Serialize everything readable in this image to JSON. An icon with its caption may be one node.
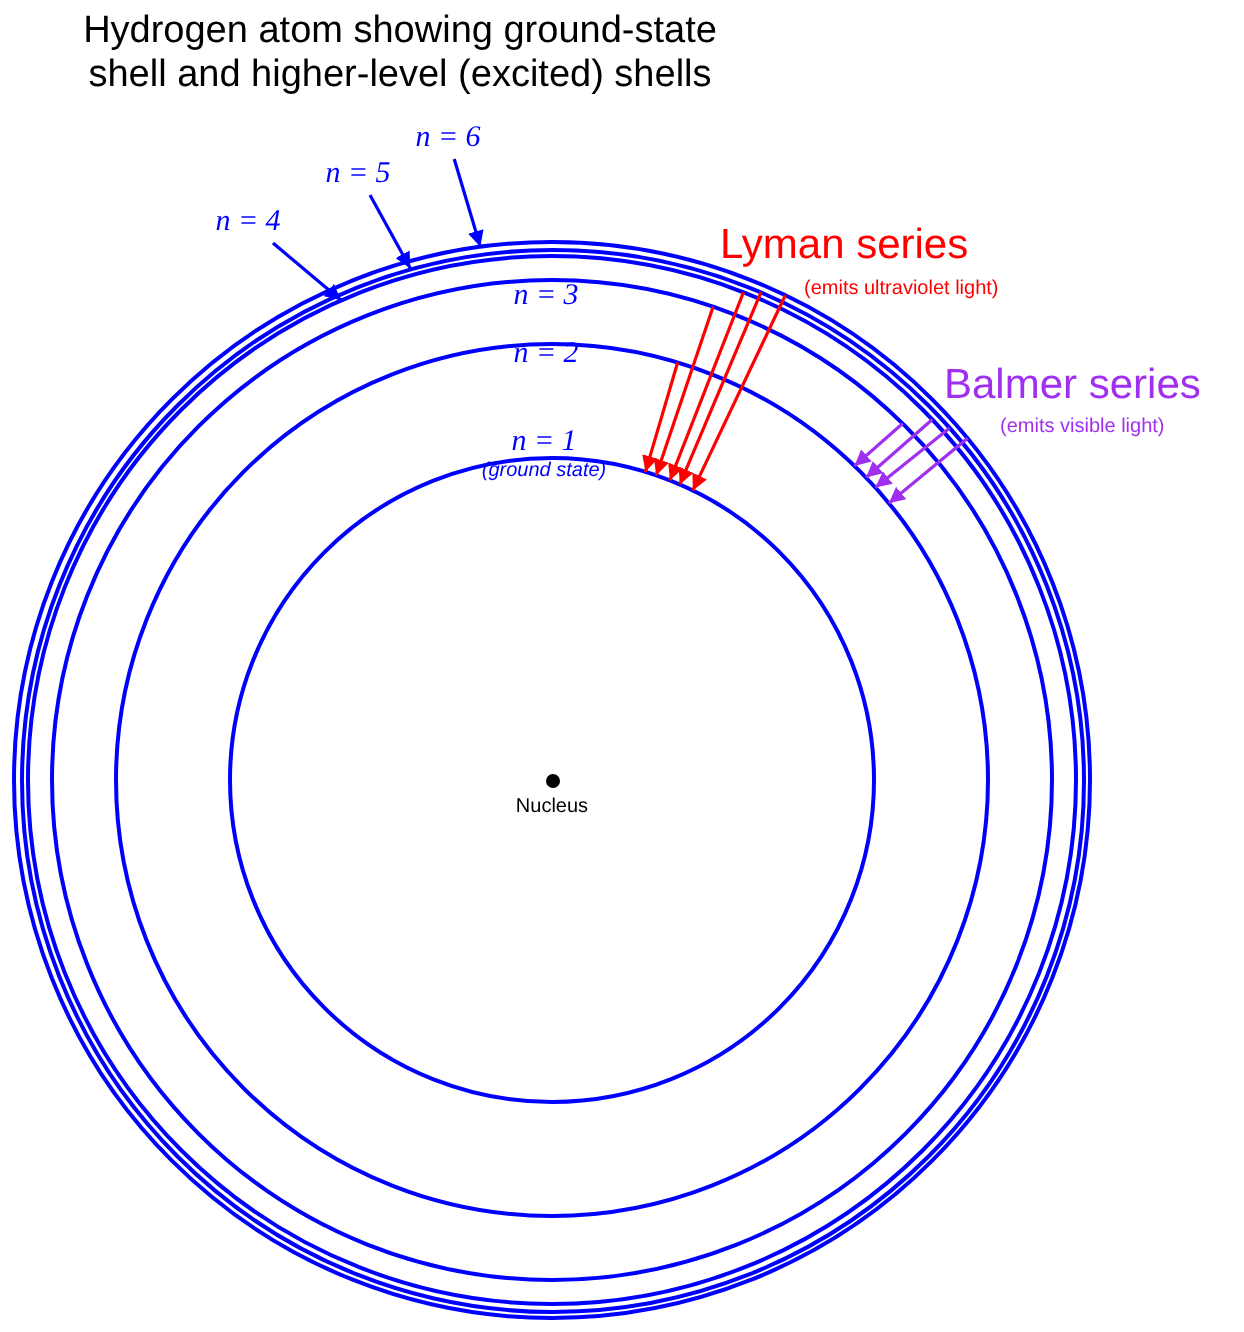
{
  "diagram": {
    "title": "Hydrogen atom showing ground-state shell and higher-level (excited) shells",
    "nodes": [
      {
        "text": [],
        "shape": "circle"
      },
      {
        "text": [],
        "shape": "circle",
        "in": 0
      },
      {
        "text": [],
        "shape": "circle",
        "in": 1
      },
      {
        "text": [
          "n = 3"
        ],
        "in": 2
      },
      {
        "text": [
          "n = 2"
        ],
        "in": 3
      },
      {
        "text": [
          "n = 1",
          "(ground state)"
        ],
        "in": 4
      },
      {
        "text": [
          "Nucleus"
        ],
        "in": 5
      },
      {
        "text": [
          "n = 4"
        ]
      },
      {
        "text": [
          "n = 5"
        ]
      },
      {
        "text": [
          "n = 6"
        ]
      }
    ],
    "edges": [
      {
        "from": 7,
        "to": 2,
        "arrow": "to",
        "color": "#0000ff"
      },
      {
        "from": 8,
        "to": 1,
        "arrow": "to",
        "color": "#0000ff"
      },
      {
        "from": 9,
        "to": 0,
        "arrow": "to",
        "color": "#0000ff"
      },
      {
        "from": 4,
        "to": 5,
        "arrow": "to"
      },
      {
        "from": 3,
        "to": 5,
        "arrow": "to"
      },
      {
        "from": 2,
        "to": 5,
        "arrow": "to"
      },
      {
        "from": 1,
        "to": 5,
        "arrow": "to"
      },
      {
        "from": 0,
        "to": 5,
        "arrow": "to"
      },
      {
        "from": 3,
        "to": 4,
        "arrow": "to",
        "color": "#a030f0"
      },
      {
        "from": 2,
        "to": 4,
        "arrow": "to",
        "color": "#a030f0"
      },
      {
        "from": 1,
        "to": 4,
        "arrow": "to",
        "color": "#a030f0"
      },
      {
        "from": 0,
        "to": 4,
        "arrow": "to",
        "color": "#a030f0"
      }
    ],
    "labels": [
      "Lyman series",
      "(emits ultraviolet light)",
      "Balmer series",
      "(emits visible light)"
    ]
  }
}
